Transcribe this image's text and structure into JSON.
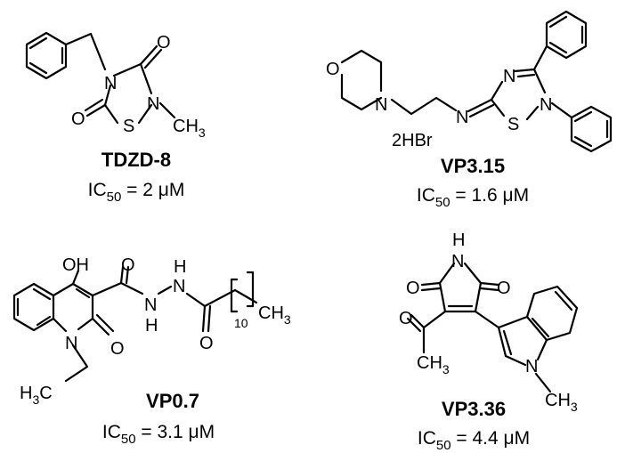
{
  "compounds": [
    {
      "name": "TDZD-8",
      "ic50_label": "IC",
      "ic50_sub": "50",
      "ic50_value": " = 2 μM",
      "atoms": {
        "n": "N",
        "s": "S",
        "o1": "O",
        "o2": "O",
        "ch3": "CH",
        "ch3_sub": "3"
      }
    },
    {
      "name": "VP3.15",
      "ic50_label": "IC",
      "ic50_sub": "50",
      "ic50_value": " = 1.6 μM",
      "salt": "2HBr",
      "atoms": {
        "o": "O",
        "n_morph": "N",
        "n_imine": "N",
        "n_ring1": "N",
        "n_ring2": "N",
        "s": "S"
      }
    },
    {
      "name": "VP0.7",
      "ic50_label": "IC",
      "ic50_sub": "50",
      "ic50_value": " = 3.1 μM",
      "atoms": {
        "oh": "OH",
        "o1": "O",
        "o2": "O",
        "o3": "O",
        "n": "N",
        "nh1": "N",
        "h1": "H",
        "nh2": "N",
        "h2": "H",
        "h3c": "H",
        "h3c_sub": "3",
        "h3c_c": "C",
        "ch3": "CH",
        "ch3_sub": "3",
        "repeat": "10"
      }
    },
    {
      "name": "VP3.36",
      "ic50_label": "IC",
      "ic50_sub": "50",
      "ic50_value": " = 4.4 μM",
      "atoms": {
        "h": "H",
        "n_imide": "N",
        "o1": "O",
        "o2": "O",
        "o3": "O",
        "n_indole": "N",
        "ch3_a": "CH",
        "ch3_a_sub": "3",
        "ch3_b": "CH",
        "ch3_b_sub": "3"
      }
    }
  ]
}
